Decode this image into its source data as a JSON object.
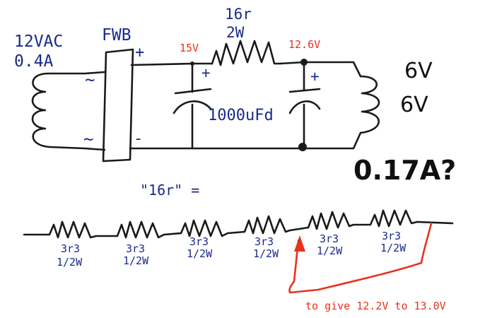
{
  "diagram": {
    "transformer_voltage": "12VAC",
    "transformer_current": "0.4A",
    "rectifier_label": "FWB",
    "rectifier_ac_top": "~",
    "rectifier_ac_bottom": "~",
    "rectifier_plus": "+",
    "rectifier_minus": "-",
    "voltage_before_resistor": "15V",
    "resistor_value": "16r",
    "resistor_power": "2W",
    "voltage_after_resistor": "12.6V",
    "cap1_plus": "+",
    "cap2_plus": "+",
    "capacitor_value": "1000uFd",
    "load_top": "6V",
    "load_bottom": "6V",
    "current_question": "0.17A?",
    "chain_title": "\"16r\" =",
    "chain_resistors": [
      {
        "value": "3r3",
        "power": "1/2W"
      },
      {
        "value": "3r3",
        "power": "1/2W"
      },
      {
        "value": "3r3",
        "power": "1/2W"
      },
      {
        "value": "3r3",
        "power": "1/2W"
      },
      {
        "value": "3r3",
        "power": "1/2W"
      },
      {
        "value": "3r3",
        "power": "1/2W"
      }
    ],
    "tap_note": "to give 12.2V to 13.0V"
  }
}
